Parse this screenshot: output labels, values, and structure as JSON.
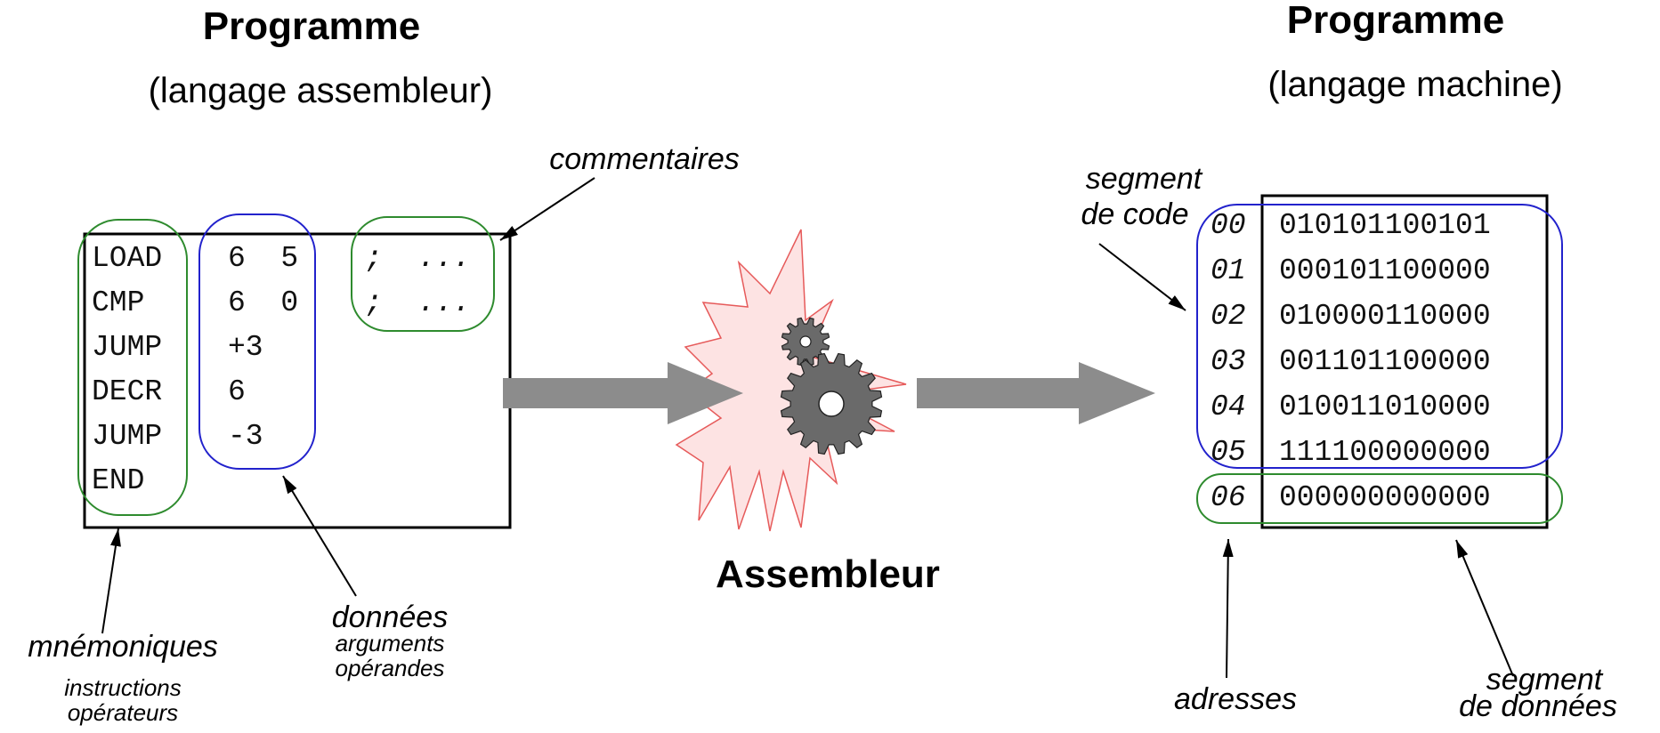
{
  "left": {
    "title": "Programme",
    "subtitle": "(langage assembleur)",
    "mnemonics": [
      "LOAD",
      "CMP",
      "JUMP",
      "DECR",
      "JUMP",
      "END"
    ],
    "operands": [
      "6  5",
      "6  0",
      "+3",
      "6",
      "-3",
      ""
    ],
    "comments": [
      ";  ...",
      ";  ..."
    ],
    "label_comments": "commentaires",
    "label_data": "données",
    "label_data_sub1": "arguments",
    "label_data_sub2": "opérandes",
    "label_mnemonics": "mnémoniques",
    "label_mnemonics_sub1": "instructions",
    "label_mnemonics_sub2": "opérateurs"
  },
  "center": {
    "label": "Assembleur"
  },
  "right": {
    "title": "Programme",
    "subtitle": "(langage machine)",
    "addresses": [
      "00",
      "01",
      "02",
      "03",
      "04",
      "05",
      "06"
    ],
    "codes": [
      "010101100101",
      "000101100000",
      "010000110000",
      "001101100000",
      "010011010000",
      "111100000000",
      "000000000000"
    ],
    "label_code_segment_1": "segment",
    "label_code_segment_2": "de code",
    "label_addresses": "adresses",
    "label_data_segment_1": "segment",
    "label_data_segment_2": "de données"
  },
  "colors": {
    "green": "#2e8b2e",
    "blue": "#2222cc",
    "arrow_gray": "#8c8c8c",
    "burst_fill": "#fde3e3",
    "burst_stroke": "#e65a5a",
    "gear": "#6a6a6a"
  }
}
